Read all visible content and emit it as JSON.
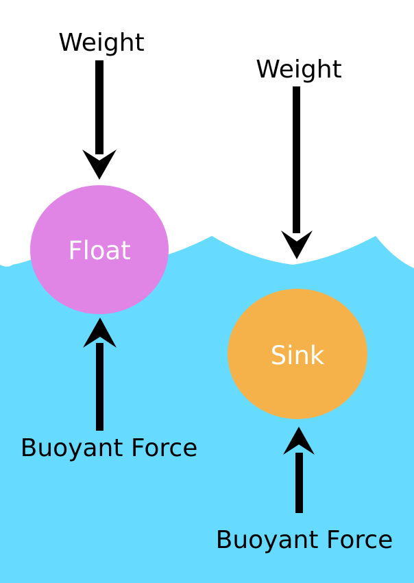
{
  "colors": {
    "water": "#67daff",
    "float_ball": "#e084e6",
    "sink_ball": "#f6b24a",
    "arrow": "#000000",
    "ball_text": "#ffffff"
  },
  "float": {
    "ball_label": "Float",
    "weight_label": "Weight",
    "buoyant_label": "Buoyant Force"
  },
  "sink": {
    "ball_label": "Sink",
    "weight_label": "Weight",
    "buoyant_label": "Buoyant Force"
  }
}
